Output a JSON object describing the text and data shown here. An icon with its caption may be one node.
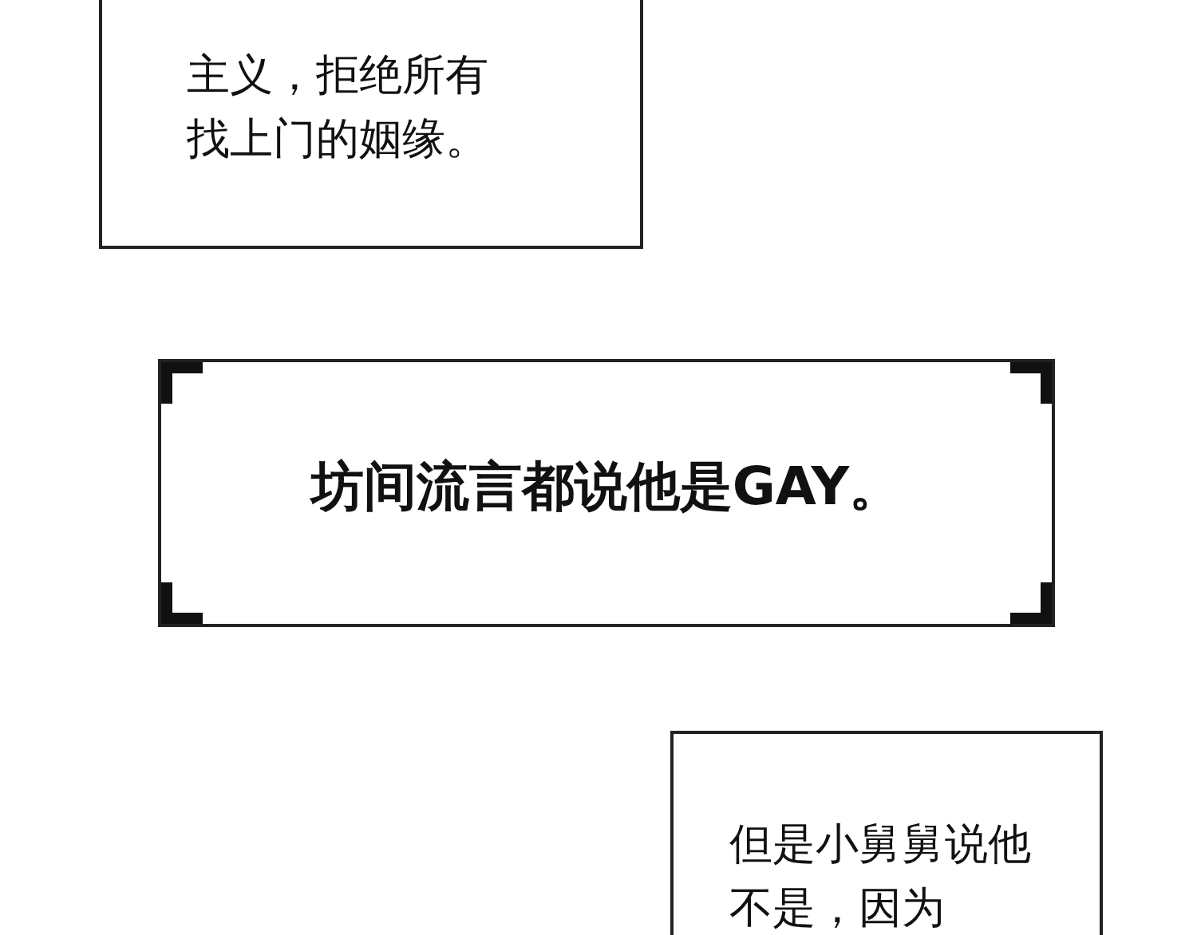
{
  "diagram": {
    "nodes": [
      {
        "text": [
          "主义，拒绝所有找上门的姻缘。"
        ]
      },
      {
        "text": [
          "坊间流言都说他是GAY。"
        ]
      },
      {
        "text": [
          "但是小舅舅说他不是，因为"
        ]
      }
    ]
  }
}
